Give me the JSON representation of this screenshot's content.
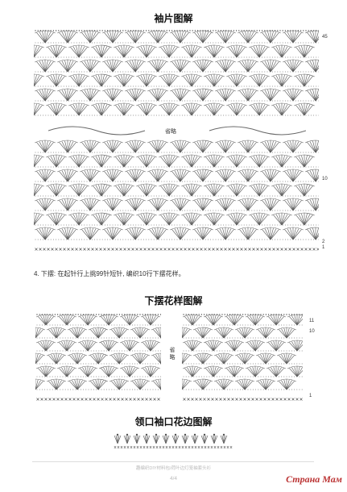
{
  "sections": {
    "sleeve_title": "袖片图解",
    "hem_title": "下摆花样图解",
    "collar_title": "领口袖口花边图解"
  },
  "labels": {
    "omit": "省略",
    "row_45": "45",
    "row_10": "10",
    "row_2": "2",
    "row_1": "1",
    "row_11": "11",
    "row_10b": "10",
    "row_1b": "1"
  },
  "instructions": {
    "step4": "4. 下摆: 在起针行上挑99针短针, 编织10行下摆花样。"
  },
  "footer": {
    "brand": "趣编织DIY材料包/荷叶边灯笼袖套头衫",
    "page": "4/4"
  },
  "watermark": "Страна Мам"
}
